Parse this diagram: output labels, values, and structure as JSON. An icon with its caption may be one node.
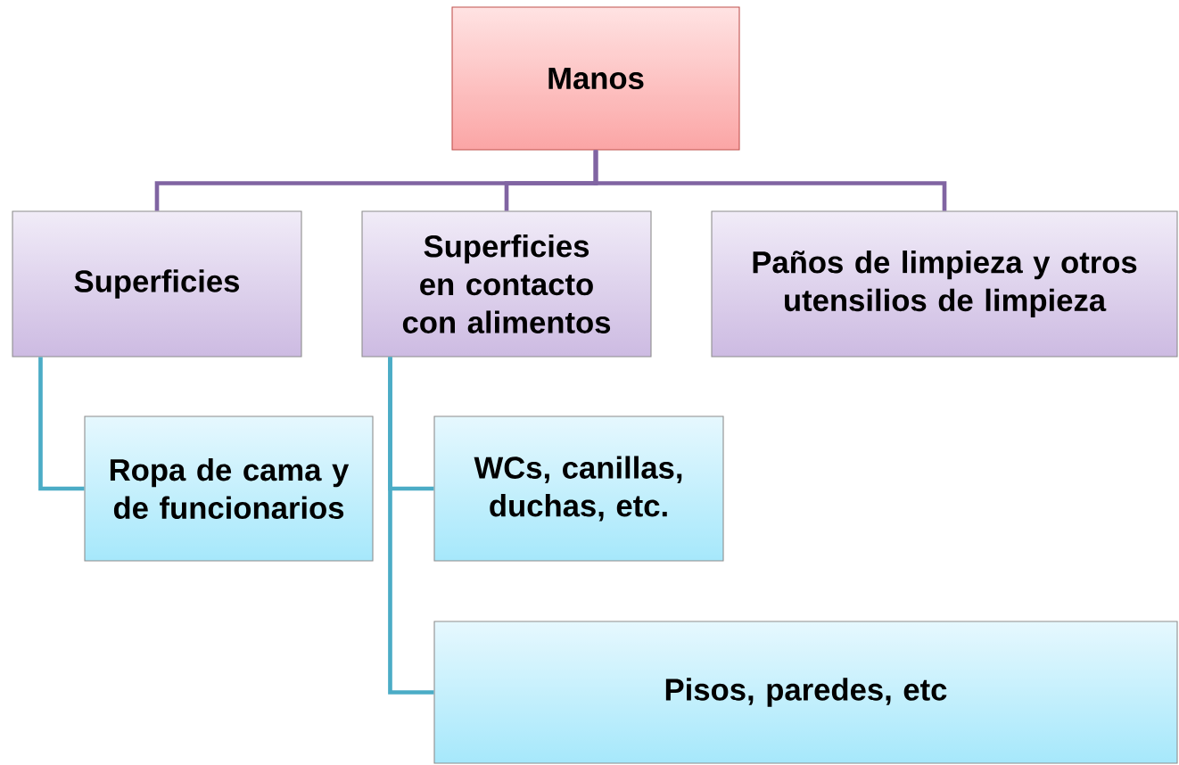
{
  "diagram": {
    "nodes": [
      {
        "text": [
          "Manos"
        ]
      },
      {
        "text": [
          "Superficies"
        ]
      },
      {
        "text": [
          "Superficies en contacto con alimentos"
        ]
      },
      {
        "text": [
          "Paños de limpieza y otros utensilios de limpieza"
        ]
      },
      {
        "text": [
          "Ropa de cama y de funcionarios"
        ]
      },
      {
        "text": [
          "WCs, canillas, duchas, etc."
        ]
      },
      {
        "text": [
          "Pisos, paredes, etc"
        ]
      }
    ],
    "edges": [
      {
        "from": 0,
        "to": 1,
        "arrow": "none"
      },
      {
        "from": 0,
        "to": 2,
        "arrow": "none"
      },
      {
        "from": 0,
        "to": 3,
        "arrow": "none"
      },
      {
        "from": 1,
        "to": 4,
        "arrow": "none",
        "color": "#4bacc6"
      },
      {
        "from": 2,
        "to": 5,
        "arrow": "none",
        "color": "#4bacc6"
      },
      {
        "from": 2,
        "to": 6,
        "arrow": "none",
        "color": "#4bacc6"
      }
    ]
  }
}
